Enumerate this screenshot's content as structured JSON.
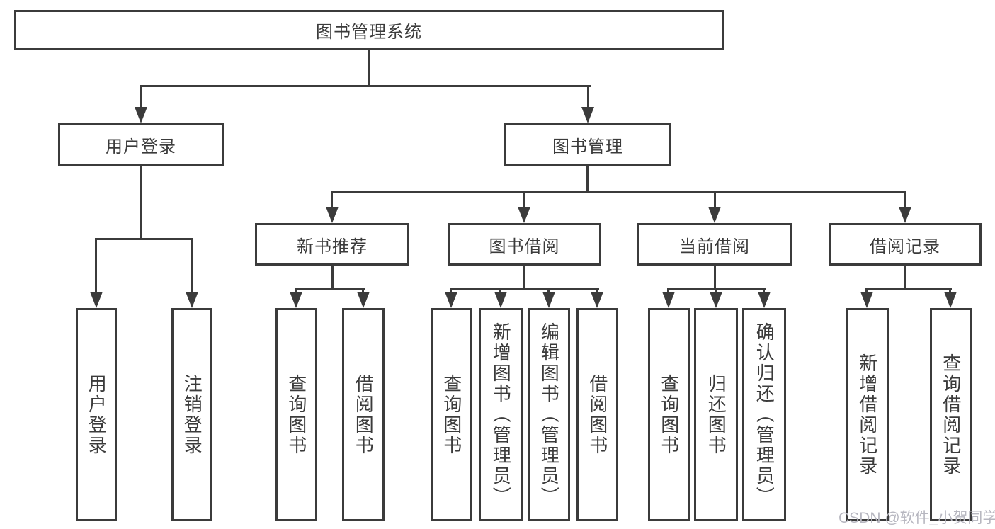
{
  "diagram": {
    "root": {
      "label": "图书管理系统"
    },
    "level1": [
      {
        "label": "用户登录"
      },
      {
        "label": "图书管理"
      }
    ],
    "level2": [
      {
        "label": "新书推荐",
        "parent": "图书管理"
      },
      {
        "label": "图书借阅",
        "parent": "图书管理"
      },
      {
        "label": "当前借阅",
        "parent": "图书管理"
      },
      {
        "label": "借阅记录",
        "parent": "图书管理"
      }
    ],
    "leaves": [
      {
        "label": "用户登录",
        "parent": "用户登录"
      },
      {
        "label": "注销登录",
        "parent": "用户登录"
      },
      {
        "label": "查询图书",
        "parent": "新书推荐"
      },
      {
        "label": "借阅图书",
        "parent": "新书推荐"
      },
      {
        "label": "查询图书",
        "parent": "图书借阅"
      },
      {
        "label": "新增图书（管理员）",
        "parent": "图书借阅"
      },
      {
        "label": "编辑图书（管理员）",
        "parent": "图书借阅"
      },
      {
        "label": "借阅图书",
        "parent": "图书借阅"
      },
      {
        "label": "查询图书",
        "parent": "当前借阅"
      },
      {
        "label": "归还图书",
        "parent": "当前借阅"
      },
      {
        "label": "确认归还（管理员）",
        "parent": "当前借阅"
      },
      {
        "label": "新增借阅记录",
        "parent": "借阅记录"
      },
      {
        "label": "查询借阅记录",
        "parent": "借阅记录"
      }
    ]
  },
  "watermark": "CSDN @软件_小贺同学",
  "colors": {
    "line": "#3b3b3b",
    "text": "#3b3b3b",
    "watermark": "#b7b7c0",
    "background": "#ffffff"
  }
}
